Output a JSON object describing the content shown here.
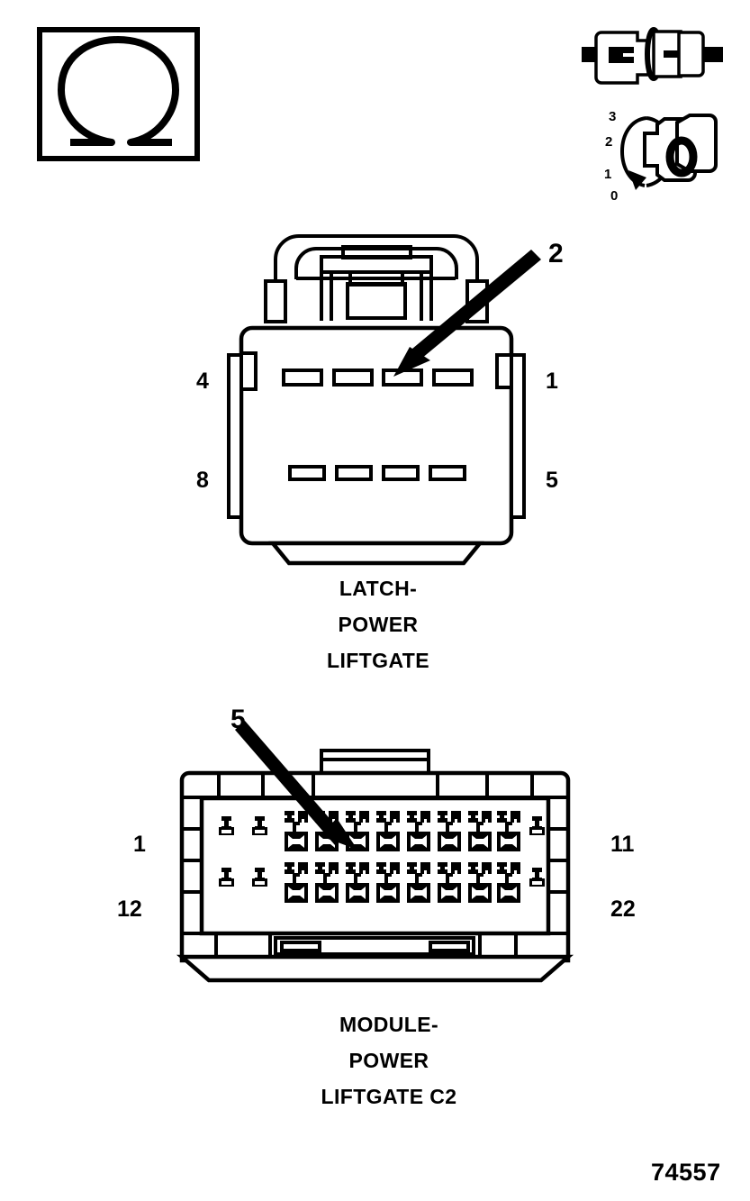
{
  "figure": {
    "part_number": "74557",
    "ohm_symbol": "Ω"
  },
  "icons": {
    "resistance_box": "ohm-symbol-box",
    "connector_coupling": "connector-coupling-icon",
    "key_dial": "key-position-dial-icon"
  },
  "dial": {
    "labels": [
      "3",
      "2",
      "1",
      "0"
    ],
    "face_value": "0"
  },
  "connectors": [
    {
      "id": "latch-power-liftgate",
      "caption_lines": [
        "LATCH-",
        "POWER",
        "LIFTGATE"
      ],
      "pin_labels": {
        "top_left": "4",
        "bottom_left": "8",
        "top_right": "1",
        "bottom_right": "5"
      },
      "cavity_rows": 2,
      "cavities_per_row": 4,
      "callout": "2"
    },
    {
      "id": "module-power-liftgate-c2",
      "caption_lines": [
        "MODULE-",
        "POWER",
        "LIFTGATE C2"
      ],
      "pin_labels": {
        "top_left": "1",
        "bottom_left": "12",
        "top_right": "11",
        "bottom_right": "22"
      },
      "cavity_rows": 2,
      "cavities_per_row": 8,
      "side_cavities_per_row": 2,
      "callout": "5"
    }
  ],
  "colors": {
    "stroke": "#000000",
    "background": "#ffffff"
  }
}
